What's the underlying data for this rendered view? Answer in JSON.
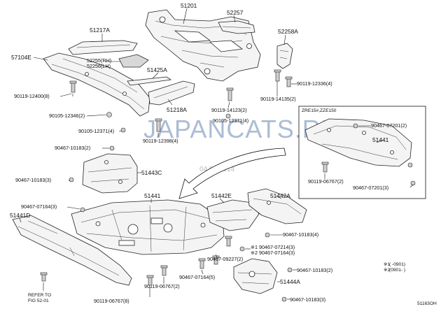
{
  "watermark": "JAPANCATS.RU",
  "watermark_date": "04.08.2014",
  "figure_code": "51163OH",
  "inset_title": "ZRE15#,ZZE150",
  "refer_note": [
    "REFER TO",
    "FIG 52-01"
  ],
  "notes": [
    {
      "mark": "※1",
      "text": "(    -0901)"
    },
    {
      "mark": "※2",
      "text": "(0901-    )"
    }
  ],
  "labels": {
    "p51201": "51201",
    "p52257": "52257",
    "p51217A": "51217A",
    "p52258A": "52258A",
    "p57104E": "57104E",
    "p52255": "52255(RH)",
    "p52256": "52256(LH)",
    "p51425A": "51425A",
    "p90119_12336": "90119-12336(4)",
    "p90119_12400": "90119-12400(8)",
    "p90119_14135": "90119-14135(2)",
    "p90105_12346": "90105-12346(2)",
    "p51218A": "51218A",
    "p90119_14123": "90119-14123(2)",
    "p90105_12371_a": "90105-12371(4)",
    "p90105_12371_b": "90105-12371(4)",
    "p90119_12398": "90119-12398(4)",
    "p90467_10183_a": "90467-10183(2)",
    "p51443C": "51443C",
    "p90467_10183_b": "90467-10183(3)",
    "p90467_07201_a": "90467-07201(2)",
    "p51441_inset": "51441",
    "p90119_06767_a": "90119-06767(2)",
    "p90467_07201_b": "90467-07201(3)",
    "p51441": "51441",
    "p51442E": "51442E",
    "p51442A": "51442A",
    "p90467_07164_a": "90467-07164(3)",
    "p51441D": "51441D",
    "p90467_10183_c": "90467-10183(4)",
    "p90467_07214": "※1 90467-07214(3)",
    "p90467_07164_b": "※2 90467-07164(3)",
    "p90467_09227": "90467-09227(2)",
    "p90467_10183_d": "90467-10183(2)",
    "p90467_07164_c": "90467-07164(5)",
    "p90119_06767_b": "90119-06767(2)",
    "p51444A": "51444A",
    "p90119_06767_c": "90119-06767(8)",
    "p90467_10183_e": "90467-10183(3)"
  }
}
